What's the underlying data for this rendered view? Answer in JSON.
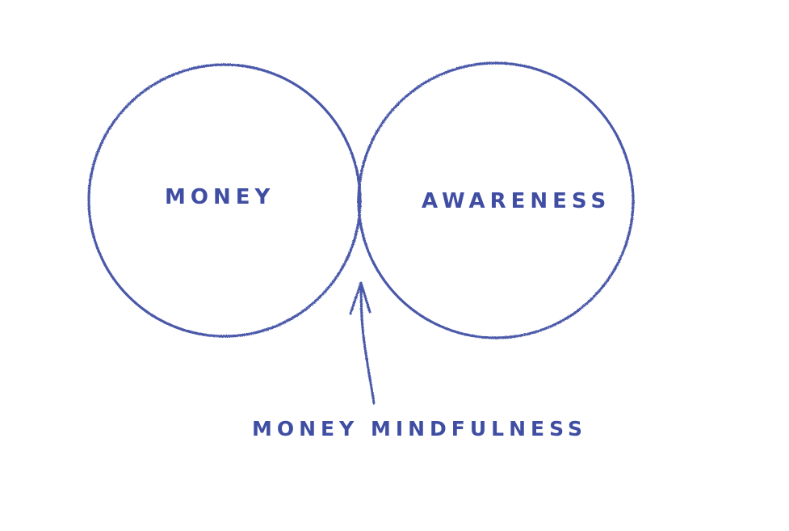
{
  "diagram": {
    "left_set_label": "MONEY",
    "right_set_label": "AWARENESS",
    "intersection_label": "MONEY MINDFULNESS"
  },
  "colors": {
    "ink": "#4a58a8",
    "fill": "#3d4f9e",
    "background": "#ffffff"
  }
}
